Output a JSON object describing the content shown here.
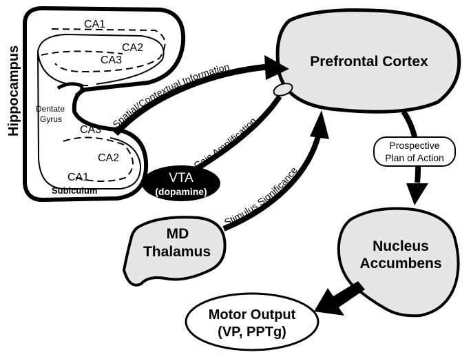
{
  "hippocampus": {
    "title": "Hippocampus",
    "regions": {
      "ca1_top": "CA1",
      "ca2_top": "CA2",
      "ca3_top": "CA3",
      "dentate_line1": "Dentate",
      "dentate_line2": "Gyrus",
      "ca3_bottom": "CA3",
      "ca2_bottom": "CA2",
      "ca1_bottom": "CA1",
      "subiculum": "Subiculum"
    }
  },
  "nodes": {
    "prefrontal": "Prefrontal Cortex",
    "vta_line1": "VTA",
    "vta_line2": "(dopamine)",
    "md_line1": "MD",
    "md_line2": "Thalamus",
    "nacc_line1": "Nucleus",
    "nacc_line2": "Accumbens",
    "motor_line1": "Motor Output",
    "motor_line2": "(VP, PPTg)",
    "plan_line1": "Prospective",
    "plan_line2": "Plan of Action"
  },
  "pathways": {
    "spatial": "Spatial/Contextual Information",
    "gain": "Gain Amplification",
    "stimulus": "Stimulus Significance"
  },
  "colors": {
    "region_fill": "#e6e6e6",
    "vta_fill": "#000000",
    "vta_text": "#ffffff",
    "stroke": "#000000"
  }
}
